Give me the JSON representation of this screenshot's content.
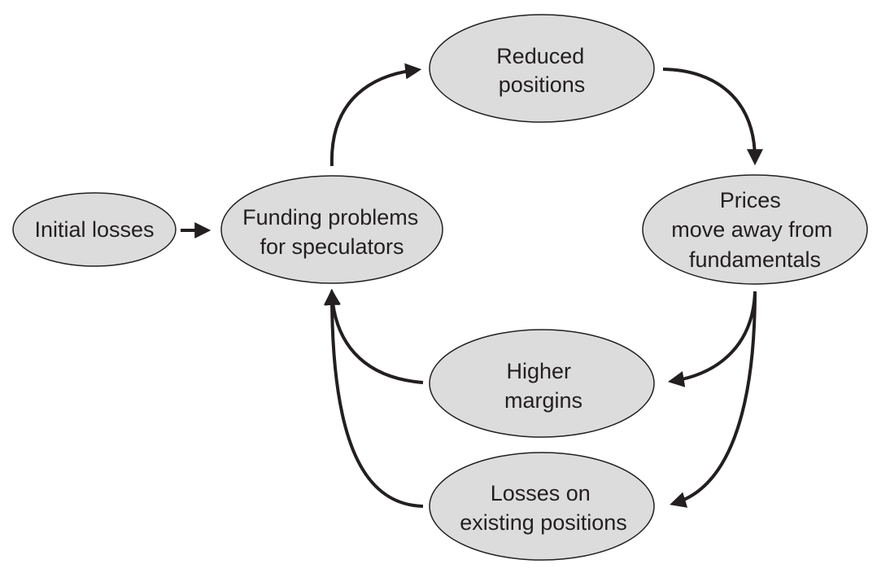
{
  "nodes": {
    "initial_losses": {
      "lines": [
        "Initial losses"
      ]
    },
    "funding_problems": {
      "lines": [
        "Funding problems",
        "for speculators"
      ]
    },
    "reduced_positions": {
      "lines": [
        "Reduced",
        "positions"
      ]
    },
    "prices_move": {
      "lines": [
        "Prices",
        "move away from",
        "fundamentals"
      ]
    },
    "higher_margins": {
      "lines": [
        "Higher",
        "margins"
      ]
    },
    "losses_existing": {
      "lines": [
        "Losses on",
        "existing positions"
      ]
    }
  },
  "colors": {
    "node_fill": "#dcdcdc",
    "stroke": "#231f20"
  }
}
